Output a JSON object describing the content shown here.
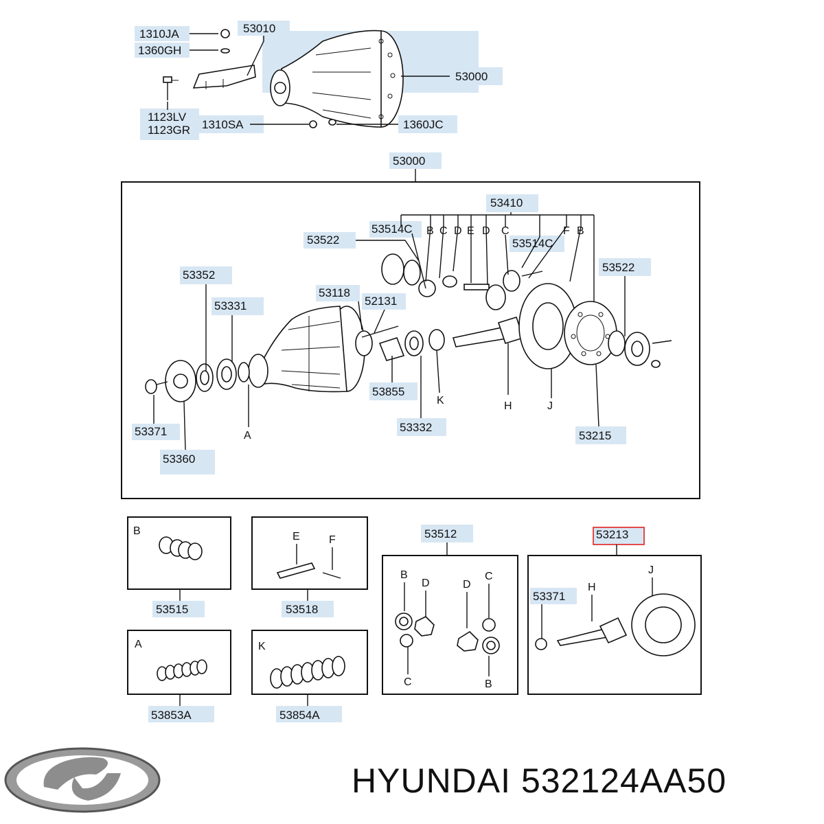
{
  "brand": {
    "name": "HYUNDAI",
    "part_number": "532124AA50"
  },
  "top_group": {
    "labels": [
      "1310JA",
      "1360GH",
      "53010",
      "53000",
      "1123LV",
      "1123GR",
      "1310SA",
      "1360JC"
    ]
  },
  "main_assembly": {
    "title": "53000",
    "labels": [
      "53410",
      "53514C",
      "53514C",
      "53522",
      "53522",
      "53352",
      "53331",
      "53118",
      "52131",
      "53855",
      "53332",
      "53215",
      "53371",
      "53360"
    ],
    "letters": [
      "B",
      "C",
      "D",
      "E",
      "D",
      "C",
      "F",
      "B",
      "A",
      "K",
      "H",
      "J"
    ]
  },
  "kits": [
    {
      "letter": "B",
      "label": "53515"
    },
    {
      "letters": [
        "E",
        "F"
      ],
      "label": "53518"
    },
    {
      "letter": "A",
      "label": "53853A"
    },
    {
      "letter": "K",
      "label": "53854A"
    }
  ],
  "diff_gear_set": {
    "title": "53512",
    "letters": [
      "B",
      "D",
      "D",
      "C",
      "C",
      "B"
    ]
  },
  "gear_set": {
    "title": "53213",
    "highlighted": true,
    "label_inside": "53371",
    "letters": [
      "H",
      "J"
    ],
    "highlight_color": "#e02020"
  }
}
